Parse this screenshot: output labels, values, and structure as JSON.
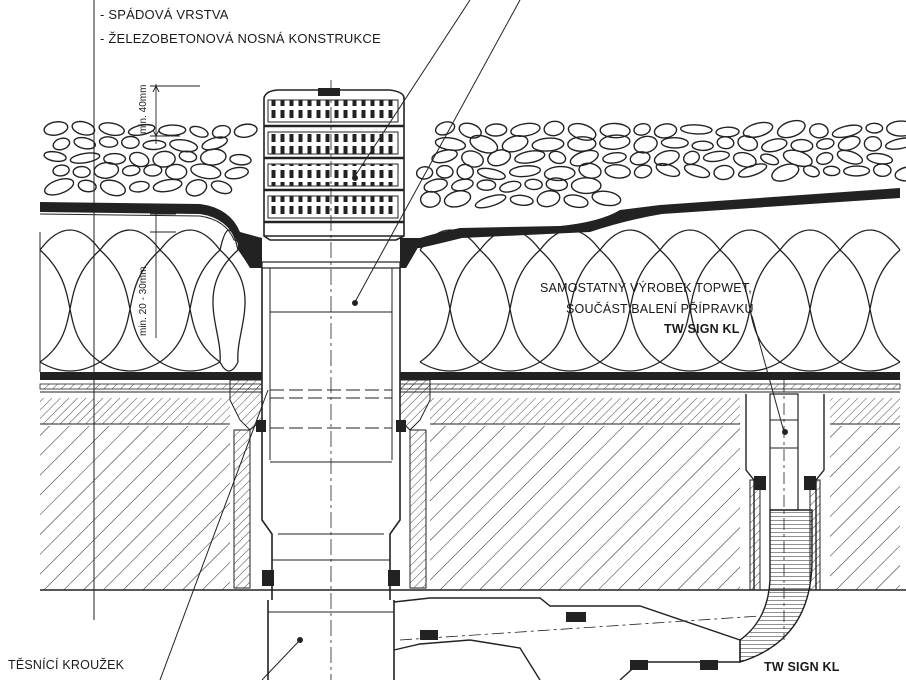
{
  "legend_lines": [
    "- SPÁDOVÁ VRSTVA",
    "- ŽELEZOBETONOVÁ NOSNÁ KONSTRUKCE"
  ],
  "dimensions": {
    "gravel_cover": "min. 40mm",
    "insulation_overlap": "min. 20 - 30mm"
  },
  "callouts": {
    "topwet_note_line1": "SAMOSTATNÝ VÝROBEK TOPWET,",
    "topwet_note_line2": "SOUČÁST BALENÍ PŘÍPRAVKU",
    "topwet_product": "TW SIGN KL",
    "seal_ring": "TĚSNÍCÍ KROUŽEK",
    "bottom_product": "TW SIGN KL"
  }
}
